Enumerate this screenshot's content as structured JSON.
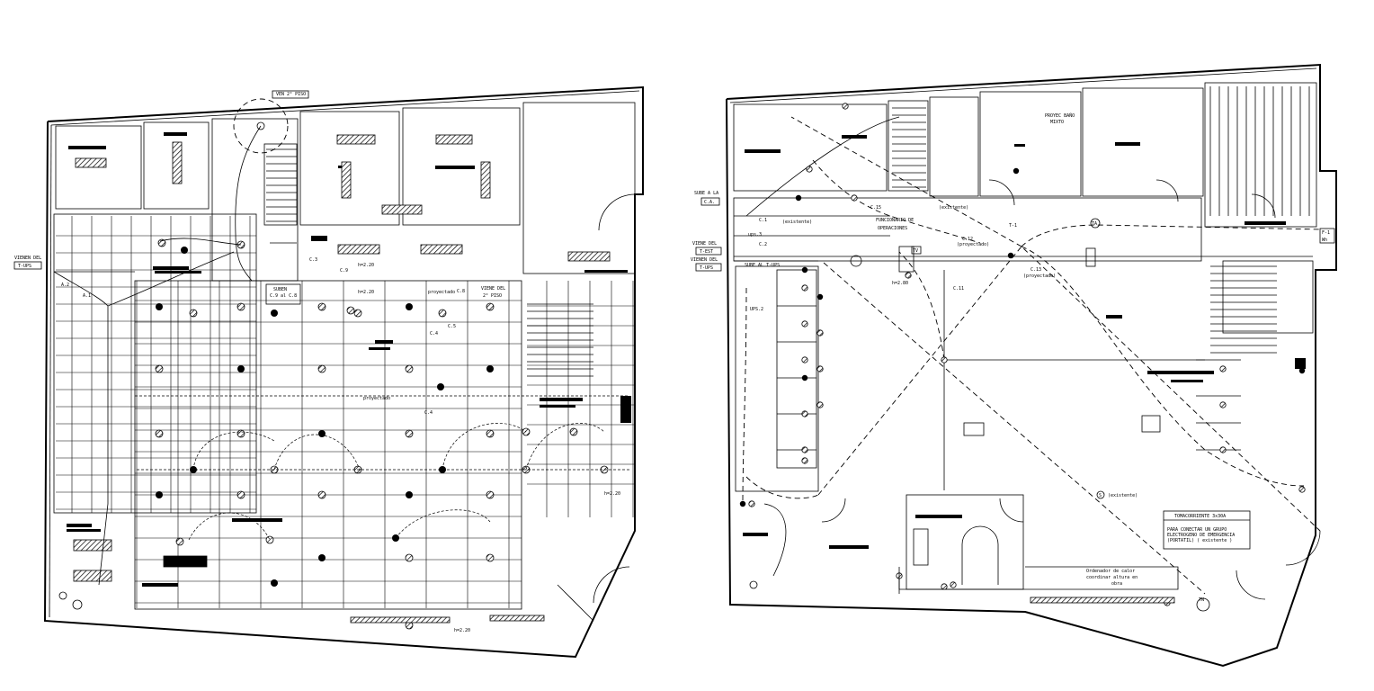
{
  "plan_left": {
    "labels": {
      "from_floor": "VEN 2° PISO",
      "incoming": "VIENEN DEL",
      "incoming_box": "T-UPS",
      "projected": "proyectado",
      "projected2": "proyectado",
      "height1": "h=2.20",
      "height2": "h=2.20",
      "height3": "h=2.20",
      "from_floor2": "VIENE DEL",
      "from_floor2b": "2° PISO",
      "dim": "h=2.20",
      "circ_c3": "C.3",
      "circ_c9": "C.9",
      "circ_c4": "C.4",
      "circ_c5": "C.5",
      "circ_c8": "C.8",
      "circ_c4b": "C.4",
      "circ_a1": "A.1",
      "circ_a2": "A.2",
      "note_sub": "SUBEN",
      "note_sub2": "C.9 al C.8"
    }
  },
  "plan_right": {
    "labels": {
      "rise_to": "SUBE A LA",
      "rise_box": "C.A.",
      "incoming1": "VIENE DEL",
      "incoming1_box": "T-EST",
      "incoming2": "VIENEN DEL",
      "incoming2_box": "T-UPS",
      "rise_tups": "SUBE AL T-UPS",
      "officials_1": "FUNCIONARIO DE",
      "officials_2": "OPERACIONES",
      "existing": "(existente)",
      "existing2": "(existente)",
      "existing3": "(existente)",
      "projected": "(proyectado)",
      "projected2": "(proyectado)",
      "t1": "T-1",
      "tv": "TV",
      "height": "h=2.80",
      "c11": "C.11",
      "c12": "C.12",
      "c13": "C.13",
      "c15": "C.15",
      "c1": "C.1",
      "c2": "C.2",
      "ups3": "ups.3",
      "ups2": "UPS.2",
      "f1": "F-1",
      "wh": "Wh",
      "ta": "TA",
      "tn": "TN",
      "s_label": "S",
      "note_header": "TOMACORRIENTE 3x30A",
      "note_line1": "PARA CONECTAR UN GRUPO",
      "note_line2": "ELECTROGENO DE EMERGENCIA",
      "note_line3": "(PORTATIL)   ( existente )",
      "ordenador_1": "Ordenador de calor",
      "ordenador_2": "coordinar altura en",
      "ordenador_3": "obra",
      "proj_bath": "PROYEC BAÑO",
      "proj_bath2": "MIXTO"
    }
  },
  "colors": {
    "ink": "#000000",
    "paper": "#ffffff"
  }
}
